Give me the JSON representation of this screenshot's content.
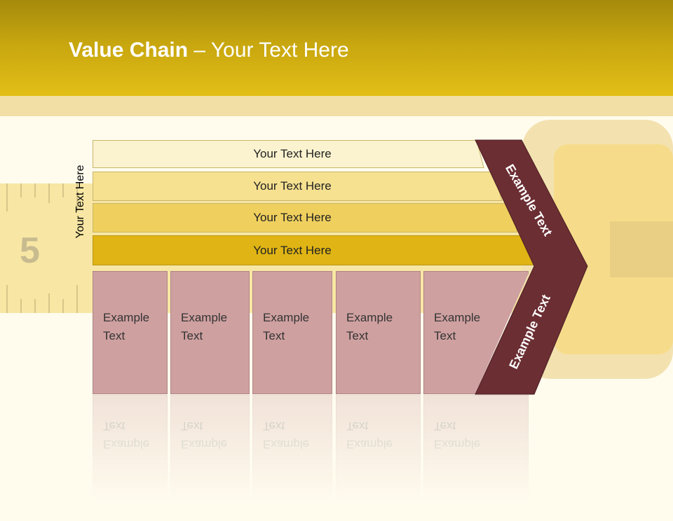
{
  "title": {
    "bold": "Value Chain",
    "rest": " – Your Text Here"
  },
  "side_label": "Your Text Here",
  "bars": [
    {
      "label": "Your Text Here",
      "color": "#fbf3cf"
    },
    {
      "label": "Your Text Here",
      "color": "#f6e190"
    },
    {
      "label": "Your Text Here",
      "color": "#efd05e"
    },
    {
      "label": "Your Text Here",
      "color": "#dfb414"
    }
  ],
  "cells": [
    {
      "line1": "Example",
      "line2": "Text"
    },
    {
      "line1": "Example",
      "line2": "Text"
    },
    {
      "line1": "Example",
      "line2": "Text"
    },
    {
      "line1": "Example",
      "line2": "Text"
    },
    {
      "line1": "Example",
      "line2": "Text"
    }
  ],
  "chevron": {
    "top_text": "Example Text",
    "bottom_text": "Example Text",
    "color": "#6b2e33"
  },
  "background": {
    "tape_number": "5"
  }
}
